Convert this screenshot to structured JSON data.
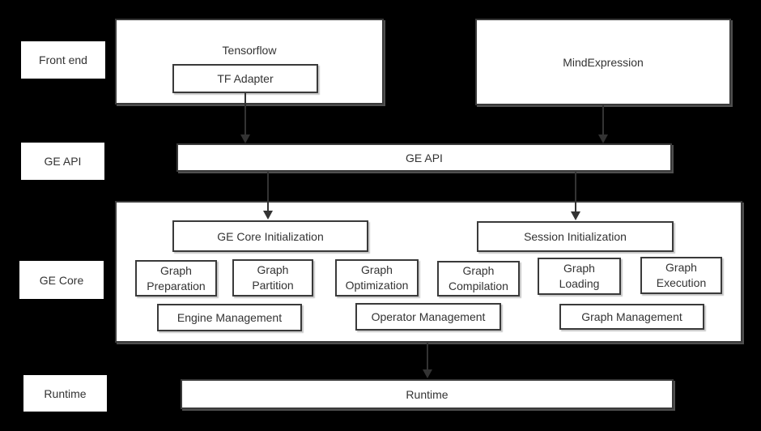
{
  "sidebar": {
    "front_end": "Front end",
    "ge_api": "GE API",
    "ge_core": "GE Core",
    "runtime": "Runtime"
  },
  "front_end_layer": {
    "tensorflow": {
      "title": "Tensorflow",
      "tf_adapter": "TF Adapter"
    },
    "mind_expression": {
      "title": "MindExpression"
    }
  },
  "ge_api_layer": {
    "box_label": "GE API"
  },
  "ge_core_layer": {
    "init_boxes": [
      {
        "label": "GE Core Initialization"
      },
      {
        "label": "Session Initialization"
      }
    ],
    "function_boxes": [
      {
        "label": "Graph Preparation"
      },
      {
        "label": "Graph Partition"
      },
      {
        "label": "Graph Optimization"
      },
      {
        "label": "Graph Compilation"
      },
      {
        "label": "Graph Loading"
      },
      {
        "label": "Graph Execution"
      }
    ],
    "management_boxes": [
      {
        "label": "Engine Management"
      },
      {
        "label": "Operator Management"
      },
      {
        "label": "Graph Management"
      }
    ]
  },
  "runtime_layer": {
    "box_label": "Runtime"
  },
  "colors": {
    "background": "#000000",
    "box_fill": "#ffffff",
    "box_border": "#3a3a3a",
    "text": "#333333",
    "arrow": "#333333"
  }
}
